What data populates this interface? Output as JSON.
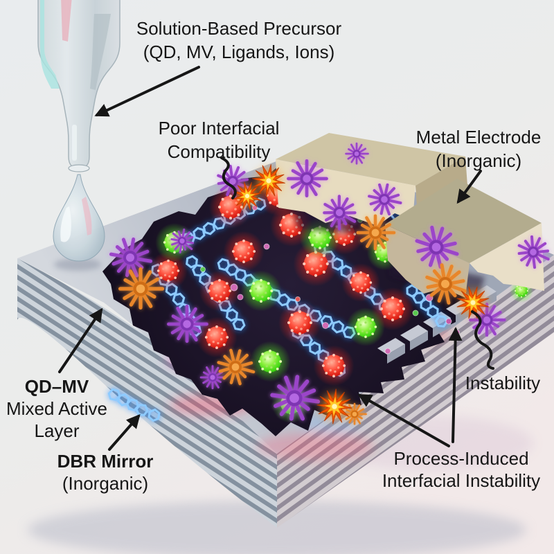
{
  "figure": {
    "labels": {
      "precursor": {
        "line1": "Solution-Based Precursor",
        "line2": "(QD, MV, Ligands, Ions)"
      },
      "poor_interfacial": {
        "line1": "Poor Interfacial",
        "line2": "Compatibility"
      },
      "metal_electrode": {
        "line1": "Metal Electrode",
        "line2": "(Inorganic)"
      },
      "qd_mv_layer": {
        "line1": "QD–MV",
        "line2": "Mixed Active",
        "line3": "Layer"
      },
      "dbr_mirror": {
        "line1": "DBR Mirror",
        "line2": "(Inorganic)"
      },
      "instability": {
        "text": "Instability"
      },
      "process_induced": {
        "line1": "Process-Induced",
        "line2": "Interfacial Instability"
      }
    },
    "colors": {
      "label_text": "#161616",
      "annotation_line": "#161616",
      "qd_red": "#ff3b2e",
      "qd_green": "#52e81e",
      "mv_purple": "#a24fd8",
      "aggregate_orange": "#ee8c2e",
      "ligand_chain_blue": "#8ecbff",
      "starburst_outer": "#f25400",
      "starburst_inner": "#ffc828",
      "electrode_tan": "#d2c5a0",
      "dbr_stripe_light": "#cdd4db",
      "dbr_stripe_dark": "#84919f",
      "active_layer_dark": "#1c1428",
      "droplet_glass": "#c9d6dc"
    },
    "scene_legend": {
      "pipette": "solution dropper",
      "droplet": "precursor droplet",
      "red_sphere": "red quantum dot / virus particle",
      "green_sphere": "green quantum dot / virus particle",
      "purple_spiky": "MV aggregate",
      "orange_spiky": "aggregate cluster",
      "blue_chain": "ligand chain",
      "starburst": "instability flash",
      "striped_slab": "DBR mirror stack",
      "tan_block": "metal electrode"
    }
  }
}
